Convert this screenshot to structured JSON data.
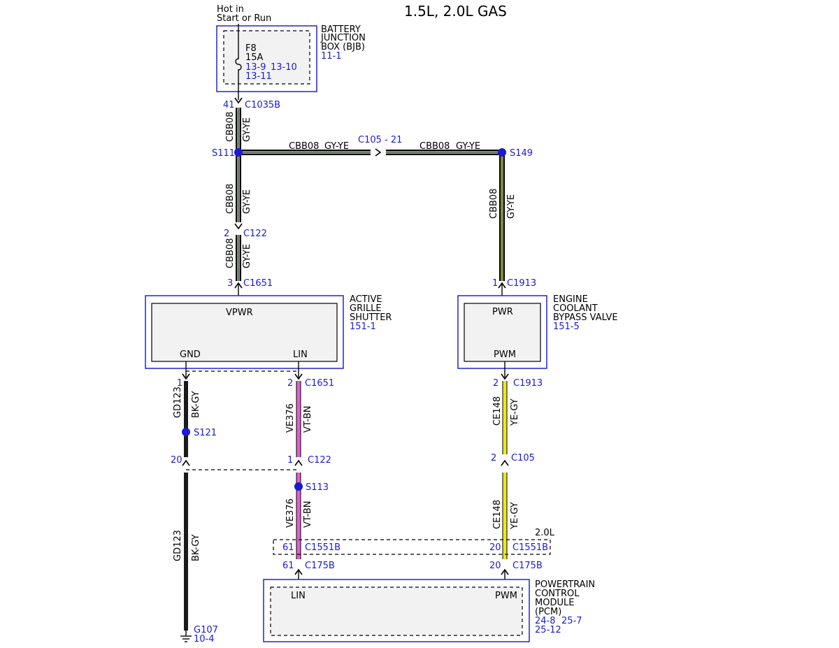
{
  "title": "1.5L, 2.0L GAS",
  "power_source": {
    "line1": "Hot in",
    "line2": "Start or Run"
  },
  "bjb": {
    "name_lines": [
      "BATTERY",
      "JUNCTION",
      "BOX (BJB)"
    ],
    "ref": "11-1",
    "fuse": "F8",
    "amps": "15A",
    "pin_refs_line1a": "13-9",
    "pin_refs_line1b": "13-10",
    "pin_refs_line2": "13-11"
  },
  "connectors": {
    "c1035b": {
      "pin": "41",
      "name": "C1035B"
    },
    "c122_top": {
      "pin": "2",
      "name": "C122"
    },
    "c1651_top": {
      "pin": "3",
      "name": "C1651"
    },
    "c1913_top": {
      "pin": "1",
      "name": "C1913"
    },
    "c105_inline": {
      "name": "C105 - 21"
    },
    "gnd_pin": {
      "pin": "1"
    },
    "c1651_lin": {
      "pin": "2",
      "name": "C1651"
    },
    "c1913_pwm": {
      "pin": "2",
      "name": "C1913"
    },
    "gnd_c122": {
      "pin": "20"
    },
    "c122_lin": {
      "pin": "1",
      "name": "C122"
    },
    "c105_pwm": {
      "pin": "2",
      "name": "C105"
    },
    "c1551b_lin": {
      "pin": "61",
      "name": "C1551B"
    },
    "c1551b_pwm": {
      "pin": "20",
      "name": "C1551B"
    },
    "c175b_lin": {
      "pin": "61",
      "name": "C175B"
    },
    "c175b_pwm": {
      "pin": "20",
      "name": "C175B"
    }
  },
  "splices": {
    "s111": "S111",
    "s149": "S149",
    "s121": "S121",
    "s113": "S113"
  },
  "wires": {
    "cbb08": {
      "circuit": "CBB08",
      "color": "GY-YE"
    },
    "ve376": {
      "circuit": "VE376",
      "color": "VT-BN"
    },
    "ce148": {
      "circuit": "CE148",
      "color": "YE-GY"
    },
    "gd123": {
      "circuit": "GD123",
      "color": "BK-GY"
    }
  },
  "option_label": "2.0L",
  "ags": {
    "name_lines": [
      "ACTIVE",
      "GRILLE",
      "SHUTTER"
    ],
    "ref": "151-1",
    "pin_vpwr": "VPWR",
    "pin_gnd": "GND",
    "pin_lin": "LIN"
  },
  "ecbv": {
    "name_lines": [
      "ENGINE",
      "COOLANT",
      "BYPASS VALVE"
    ],
    "ref": "151-5",
    "pin_pwr": "PWR",
    "pin_pwm": "PWM"
  },
  "pcm": {
    "name_lines": [
      "POWERTRAIN",
      "CONTROL",
      "MODULE",
      "(PCM)"
    ],
    "ref_line1a": "24-8",
    "ref_line1b": "25-7",
    "ref_line2": "25-12",
    "pin_lin": "LIN",
    "pin_pwm": "PWM"
  },
  "ground": {
    "name": "G107",
    "ref": "10-4"
  },
  "colors": {
    "link_blue": "#1a1ad6",
    "gy_ye": "#9aa23a",
    "vt_bn": "#e65fcf",
    "ye_gy": "#e8e820",
    "bk_gy": "#1a1a1a"
  }
}
